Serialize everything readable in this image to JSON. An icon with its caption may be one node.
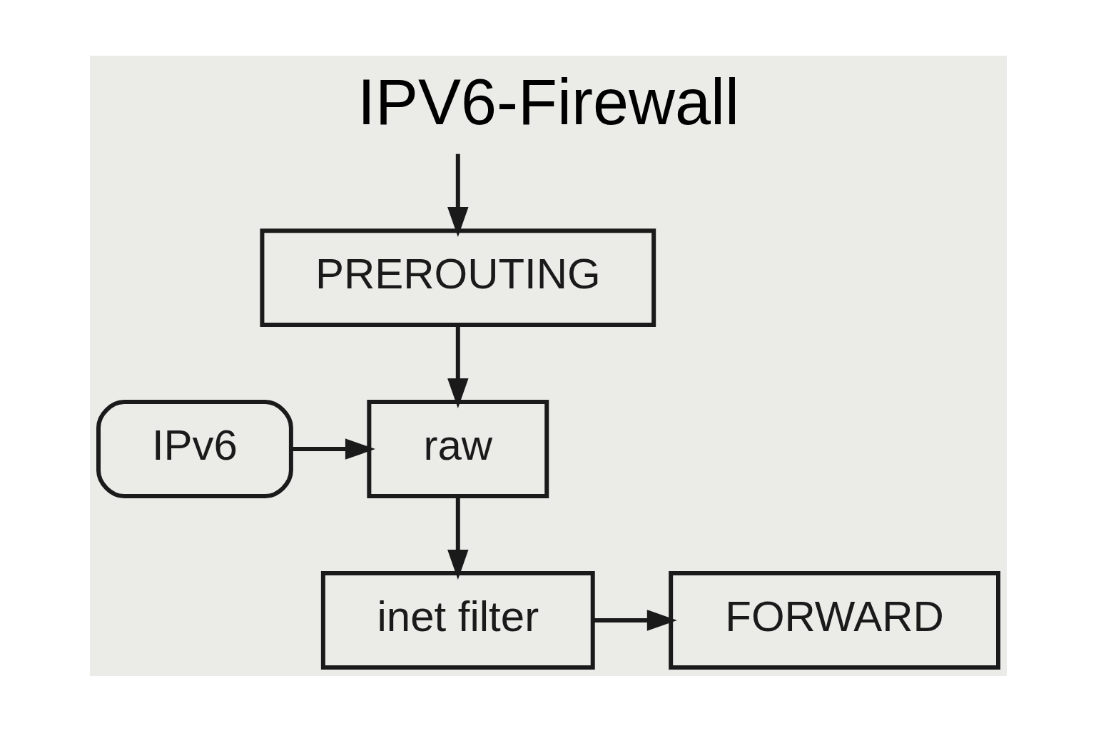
{
  "diagram": {
    "title": "IPV6-Firewall",
    "nodes": [
      {
        "text": [
          "PREROUTING"
        ]
      },
      {
        "text": [
          "IPv6"
        ]
      },
      {
        "text": [
          "raw"
        ]
      },
      {
        "text": [
          "inet filter"
        ]
      },
      {
        "text": [
          "FORWARD"
        ]
      }
    ],
    "edges": [
      {
        "from": null,
        "to": 0,
        "arrow": "to"
      },
      {
        "from": 0,
        "to": 2,
        "arrow": "to"
      },
      {
        "from": 1,
        "to": 2,
        "arrow": "to"
      },
      {
        "from": 2,
        "to": 3,
        "arrow": "to"
      },
      {
        "from": 3,
        "to": 4,
        "arrow": "to"
      }
    ]
  }
}
